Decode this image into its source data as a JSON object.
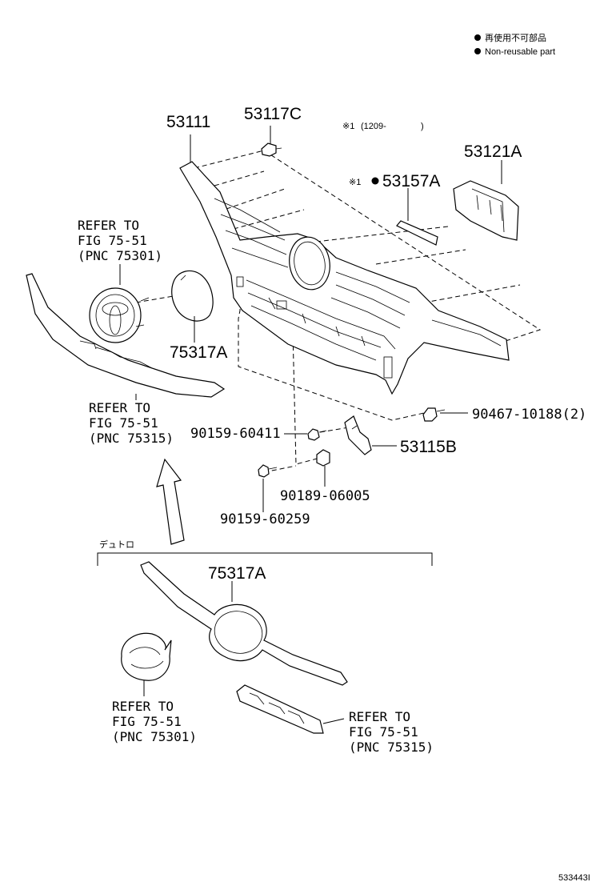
{
  "legend": {
    "jp_label": "再使用不可部品",
    "en_label": "Non-reusable part"
  },
  "footnote": {
    "mark": "※1",
    "range": "(1209-",
    "range_close": ")"
  },
  "callouts": {
    "grille": "53111",
    "clip_top": "53117C",
    "side_cover": "53121A",
    "upper_molding": "53157A",
    "upper_molding_mark": "※1",
    "emblem_plate": "75317A",
    "bolt_right": "90467-10188(2)",
    "screw_a": "90159-60411",
    "bracket": "53115B",
    "nut": "90189-06005",
    "screw_b": "90159-60259",
    "alt_emblem_plate": "75317A"
  },
  "refs": {
    "emblem_top": [
      "REFER TO",
      "FIG 75-51",
      "(PNC 75301)"
    ],
    "molding_left": [
      "REFER TO",
      "FIG 75-51",
      "(PNC 75315)"
    ],
    "emblem_bottom": [
      "REFER TO",
      "FIG 75-51",
      "(PNC 75301)"
    ],
    "hybrid_bottom": [
      "REFER TO",
      "FIG 75-51",
      "(PNC 75315)"
    ]
  },
  "variant_label": "デュトロ",
  "drawing_id": "533443I"
}
